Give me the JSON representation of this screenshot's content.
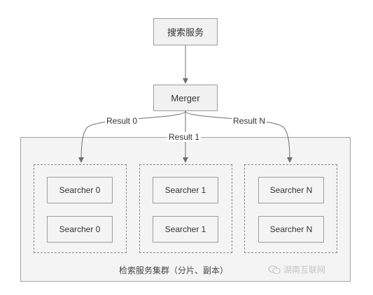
{
  "diagram": {
    "search_service": "搜索服务",
    "merger": "Merger",
    "edges": {
      "result_0": "Result 0",
      "result_1": "Result 1",
      "result_n": "Result N"
    },
    "groups": [
      {
        "searchers": [
          "Searcher 0",
          "Searcher 0"
        ]
      },
      {
        "searchers": [
          "Searcher 1",
          "Searcher 1"
        ]
      },
      {
        "searchers": [
          "Searcher N",
          "Searcher N"
        ]
      }
    ],
    "cluster_label": "检索服务集群（分片、副本）",
    "watermark": "湖南互联网",
    "watermark_icon": "chat-bubbles-icon"
  }
}
